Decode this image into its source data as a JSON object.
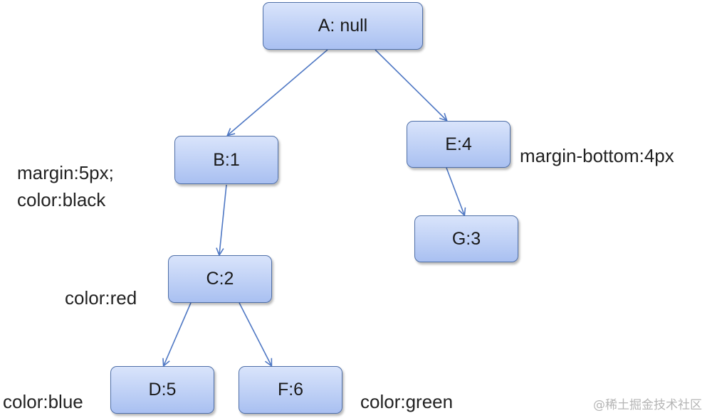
{
  "diagram": {
    "nodes": {
      "a": "A: null",
      "b": "B:1",
      "c": "C:2",
      "d": "D:5",
      "e": "E:4",
      "f": "F:6",
      "g": "G:3"
    },
    "notes": {
      "b_line1": "margin:5px;",
      "b_line2": "color:black",
      "c": "color:red",
      "d": "color:blue",
      "e": "margin-bottom:4px",
      "f": "color:green"
    },
    "edges": [
      [
        "a",
        "b"
      ],
      [
        "a",
        "e"
      ],
      [
        "b",
        "c"
      ],
      [
        "c",
        "d"
      ],
      [
        "c",
        "f"
      ],
      [
        "e",
        "g"
      ]
    ],
    "edge_color": "#4f78c4"
  },
  "watermark": "@稀土掘金技术社区"
}
